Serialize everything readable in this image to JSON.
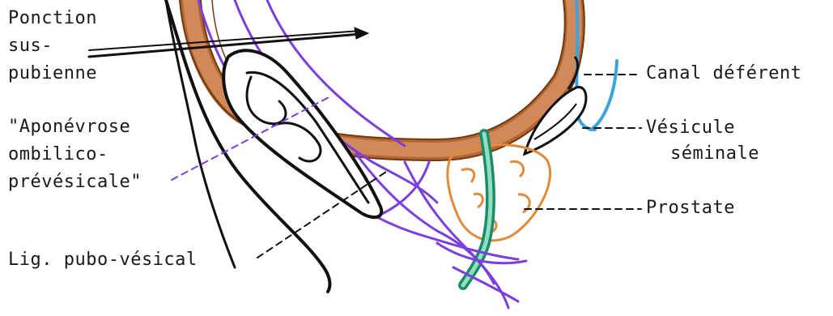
{
  "diagram": {
    "labels": {
      "ponction_line1": "Ponction",
      "ponction_line2": "sus-",
      "ponction_line3": "pubienne",
      "aponevrose_line1": "\"Aponévrose",
      "aponevrose_line2": "ombilico-",
      "aponevrose_line3": "prévésicale\"",
      "lig": "Lig. pubo-vésical",
      "canal": "Canal déférent",
      "vesicule_line1": "Vésicule",
      "vesicule_line2": "séminale",
      "prostate": "Prostate"
    },
    "colors": {
      "bladder_wall": "#b5652f",
      "bladder_fill": "#d2895a",
      "fascia": "#7b3fe0",
      "urethra": "#1f8a6a",
      "canal_deferent": "#3aa3e0",
      "prostate": "#e08a3c",
      "outline": "#111111",
      "text": "#1a1a1a"
    }
  }
}
